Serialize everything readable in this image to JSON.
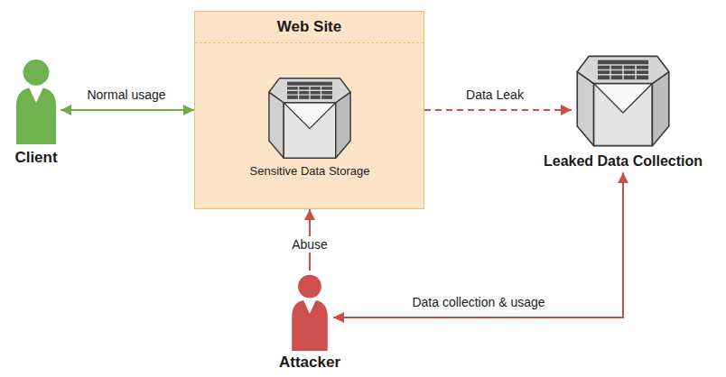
{
  "diagram": {
    "nodes": [
      {
        "text": [
          "Client"
        ]
      },
      {
        "text": [
          "Web Site"
        ]
      },
      {
        "text": [
          "Sensitive Data Storage"
        ],
        "in": 1
      },
      {
        "text": [
          "Leaked Data Collection"
        ]
      },
      {
        "text": [
          "Attacker"
        ]
      }
    ],
    "edges": [
      {
        "from": 0,
        "to": 1,
        "label": "Normal usage",
        "arrow": "both"
      },
      {
        "from": 1,
        "to": 3,
        "label": "Data Leak",
        "arrow": "to"
      },
      {
        "from": 4,
        "to": 1,
        "label": "Abuse",
        "arrow": "to"
      },
      {
        "from": 4,
        "to": 3,
        "label": "Data collection & usage",
        "arrow": "both"
      }
    ]
  }
}
